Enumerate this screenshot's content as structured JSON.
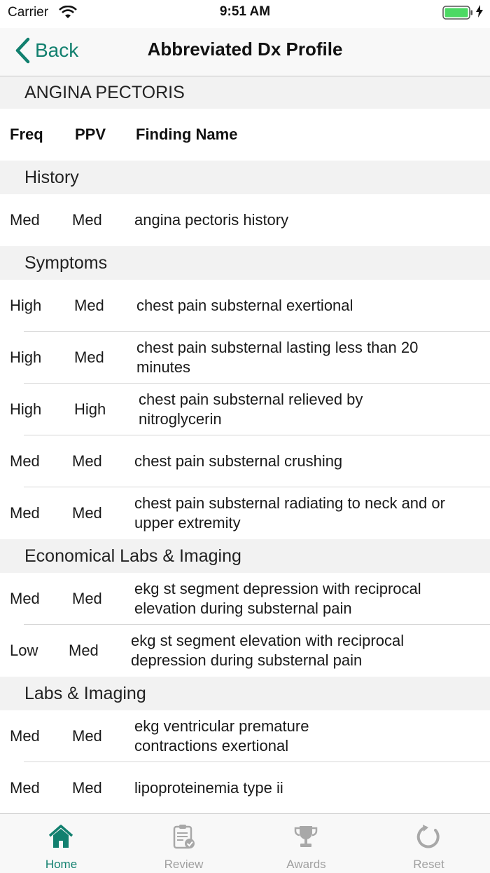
{
  "status_bar": {
    "carrier": "Carrier",
    "time": "9:51 AM"
  },
  "nav": {
    "back_label": "Back",
    "title": "Abbreviated Dx Profile"
  },
  "diagnosis": "ANGINA PECTORIS",
  "columns": {
    "freq": "Freq",
    "ppv": "PPV",
    "name": "Finding Name"
  },
  "sections": [
    {
      "title": "History",
      "rows": [
        {
          "freq": "Med",
          "ppv": "Med",
          "name": "angina pectoris history"
        }
      ]
    },
    {
      "title": "Symptoms",
      "rows": [
        {
          "freq": "High",
          "ppv": "Med",
          "name": "chest pain substernal exertional"
        },
        {
          "freq": "High",
          "ppv": "Med",
          "name": "chest pain substernal lasting less than 20 minutes"
        },
        {
          "freq": "High",
          "ppv": "High",
          "name": "chest pain substernal relieved by nitroglycerin"
        },
        {
          "freq": "Med",
          "ppv": "Med",
          "name": "chest pain substernal crushing"
        },
        {
          "freq": "Med",
          "ppv": "Med",
          "name": "chest pain substernal radiating to neck and or upper extremity"
        }
      ]
    },
    {
      "title": "Economical Labs & Imaging",
      "rows": [
        {
          "freq": "Med",
          "ppv": "Med",
          "name": "ekg st segment depression with reciprocal elevation during substernal pain"
        },
        {
          "freq": "Low",
          "ppv": "Med",
          "name": "ekg st segment elevation with reciprocal depression during substernal pain"
        }
      ]
    },
    {
      "title": "Labs & Imaging",
      "rows": [
        {
          "freq": "Med",
          "ppv": "Med",
          "name": "ekg ventricular premature contractions exertional"
        },
        {
          "freq": "Med",
          "ppv": "Med",
          "name": "lipoproteinemia type ii"
        }
      ]
    }
  ],
  "tabs": [
    {
      "label": "Home",
      "icon": "home-icon",
      "active": true
    },
    {
      "label": "Review",
      "icon": "clipboard-check-icon",
      "active": false
    },
    {
      "label": "Awards",
      "icon": "trophy-icon",
      "active": false
    },
    {
      "label": "Reset",
      "icon": "reset-icon",
      "active": false
    }
  ],
  "colors": {
    "accent": "#12806f",
    "section_bg": "#f2f2f2",
    "inactive_tab": "#a0a0a0"
  }
}
